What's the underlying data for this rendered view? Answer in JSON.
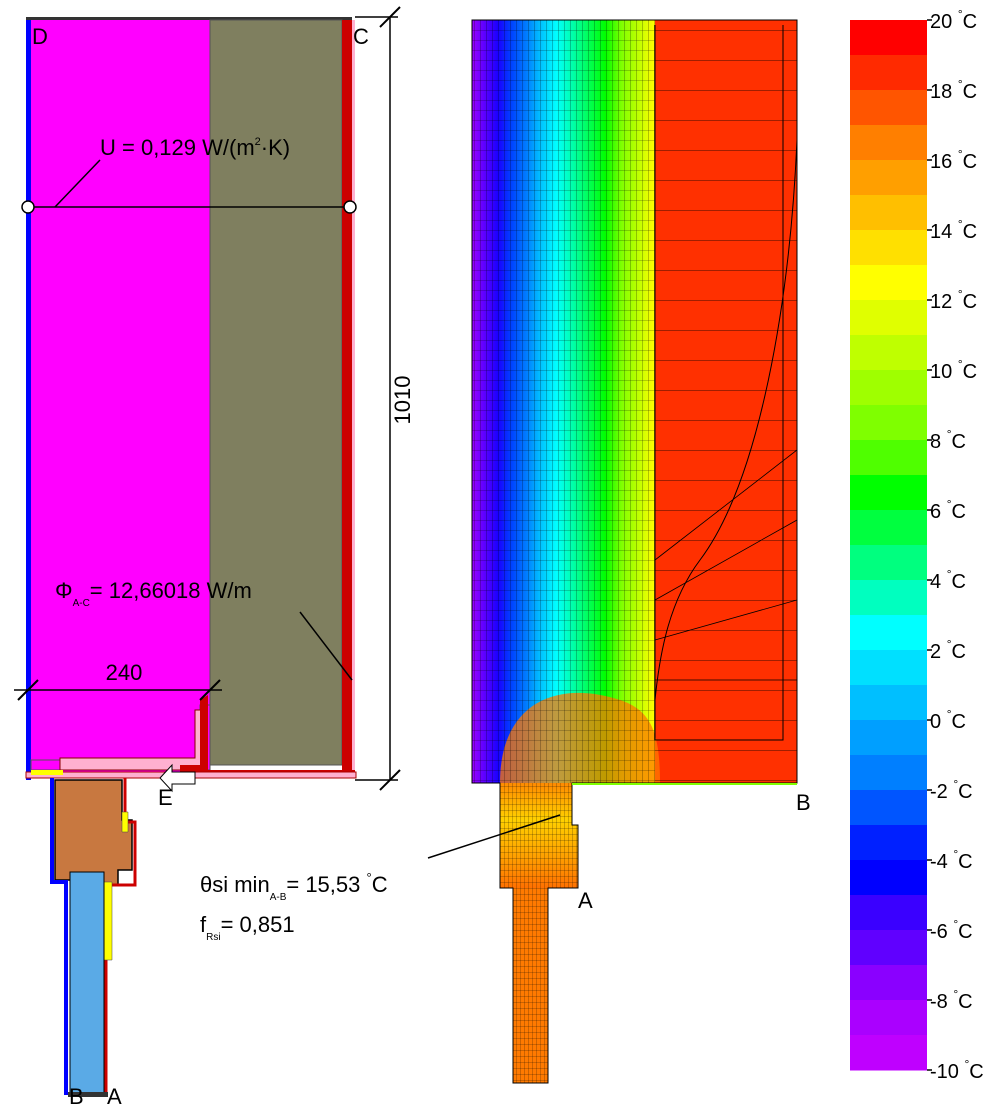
{
  "left_panel": {
    "corner_labels": {
      "D": "D",
      "C": "C",
      "B": "B",
      "A": "A",
      "E": "E"
    },
    "u_value": {
      "main": "U = 0,129 W/(m",
      "sup": "2",
      "tail": "·K)"
    },
    "flux": {
      "symbol": "Φ",
      "sub": "A-C",
      "value": "= 12,66018 W/m"
    },
    "dim_height": "1010",
    "dim_width": "240",
    "colors": {
      "insulation": "#ff00ff",
      "masonry": "#7f7f5f",
      "plaster": "#cc0000",
      "cold_edge": "#0000ff",
      "frame": "#c87840",
      "glass": "#5aaae6",
      "pink": "#ffb0d0",
      "yellow": "#ffff00"
    }
  },
  "right_panel": {
    "label_B": "B",
    "label_A": "A",
    "theta": {
      "sym": "θsi min",
      "sub": "A-B",
      "value": "= 15,53 ",
      "deg": "°",
      "unit": "C"
    },
    "frsi": {
      "f": "f",
      "sub": "Rsi",
      "value": "= 0,851"
    }
  },
  "legend": {
    "colors": [
      "#ff0000",
      "#ff2a00",
      "#ff5500",
      "#ff7f00",
      "#ff9f00",
      "#ffbf00",
      "#ffe000",
      "#ffff00",
      "#e0ff00",
      "#bfff00",
      "#9fff00",
      "#7fff00",
      "#4fff00",
      "#00ff00",
      "#00ff3f",
      "#00ff7f",
      "#00ffbf",
      "#00ffff",
      "#00e0ff",
      "#00bfff",
      "#009fff",
      "#007fff",
      "#0055ff",
      "#0020ff",
      "#0000ff",
      "#3a00ff",
      "#6000ff",
      "#8a00ff",
      "#aa00ff",
      "#bf00ff"
    ],
    "ticks": [
      {
        "label": "20 ",
        "deg": "°",
        "unit": "C"
      },
      {
        "label": "18 ",
        "deg": "°",
        "unit": "C"
      },
      {
        "label": "16 ",
        "deg": "°",
        "unit": "C"
      },
      {
        "label": "14 ",
        "deg": "°",
        "unit": "C"
      },
      {
        "label": "12 ",
        "deg": "°",
        "unit": "C"
      },
      {
        "label": "10 ",
        "deg": "°",
        "unit": "C"
      },
      {
        "label": "8 ",
        "deg": "°",
        "unit": "C"
      },
      {
        "label": "6 ",
        "deg": "°",
        "unit": "C"
      },
      {
        "label": "4 ",
        "deg": "°",
        "unit": "C"
      },
      {
        "label": "2 ",
        "deg": "°",
        "unit": "C"
      },
      {
        "label": "0 ",
        "deg": "°",
        "unit": "C"
      },
      {
        "label": "-2 ",
        "deg": "°",
        "unit": "C"
      },
      {
        "label": "-4 ",
        "deg": "°",
        "unit": "C"
      },
      {
        "label": "-6 ",
        "deg": "°",
        "unit": "C"
      },
      {
        "label": "-8 ",
        "deg": "°",
        "unit": "C"
      },
      {
        "label": "-10 ",
        "deg": "°",
        "unit": "C"
      }
    ]
  }
}
